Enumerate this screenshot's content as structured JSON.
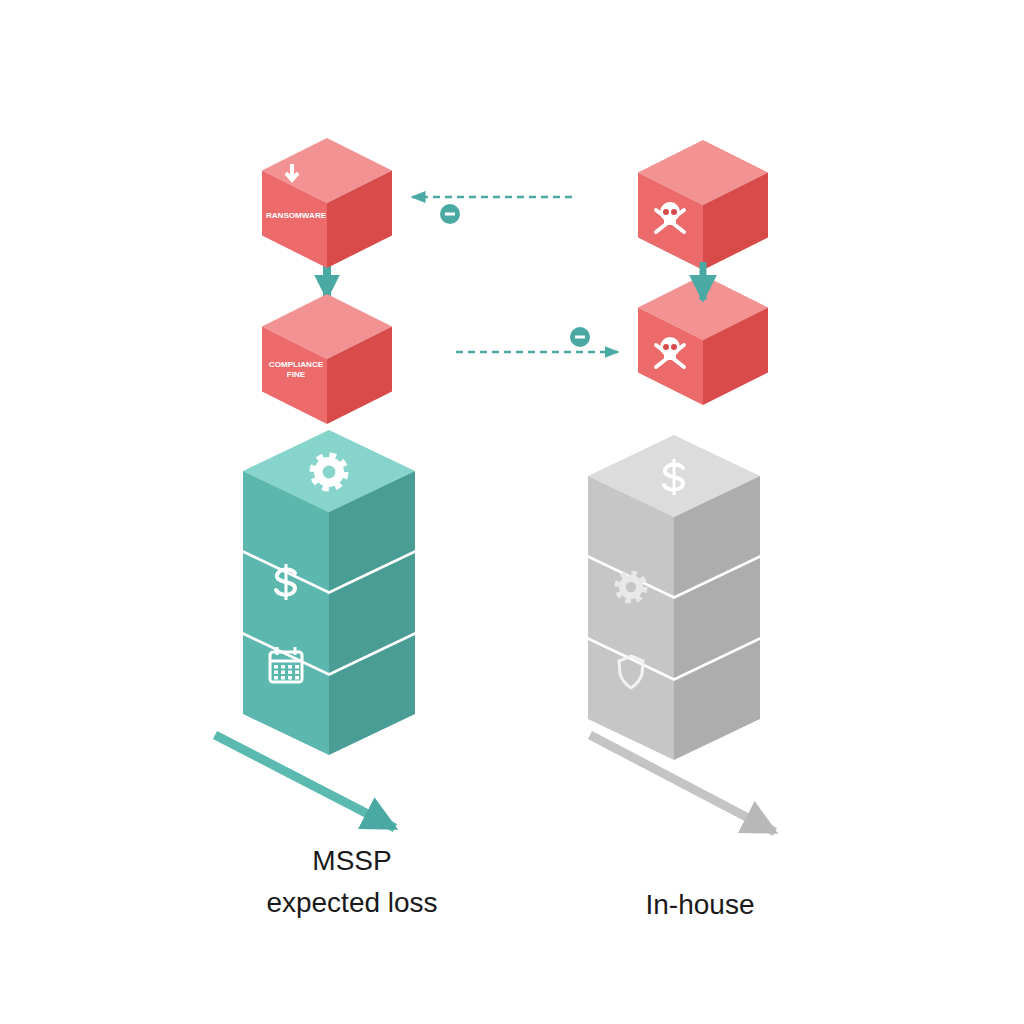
{
  "diagram": {
    "nodes": [
      {
        "text": [
          "RANSOMWARE"
        ]
      },
      {
        "text": [
          "COMPLIANCE FINE"
        ]
      }
    ],
    "edges": [
      {
        "from": 0,
        "to": 1,
        "arrow": "to"
      }
    ],
    "labels": [
      "MSSP expected loss",
      "In-house"
    ]
  }
}
